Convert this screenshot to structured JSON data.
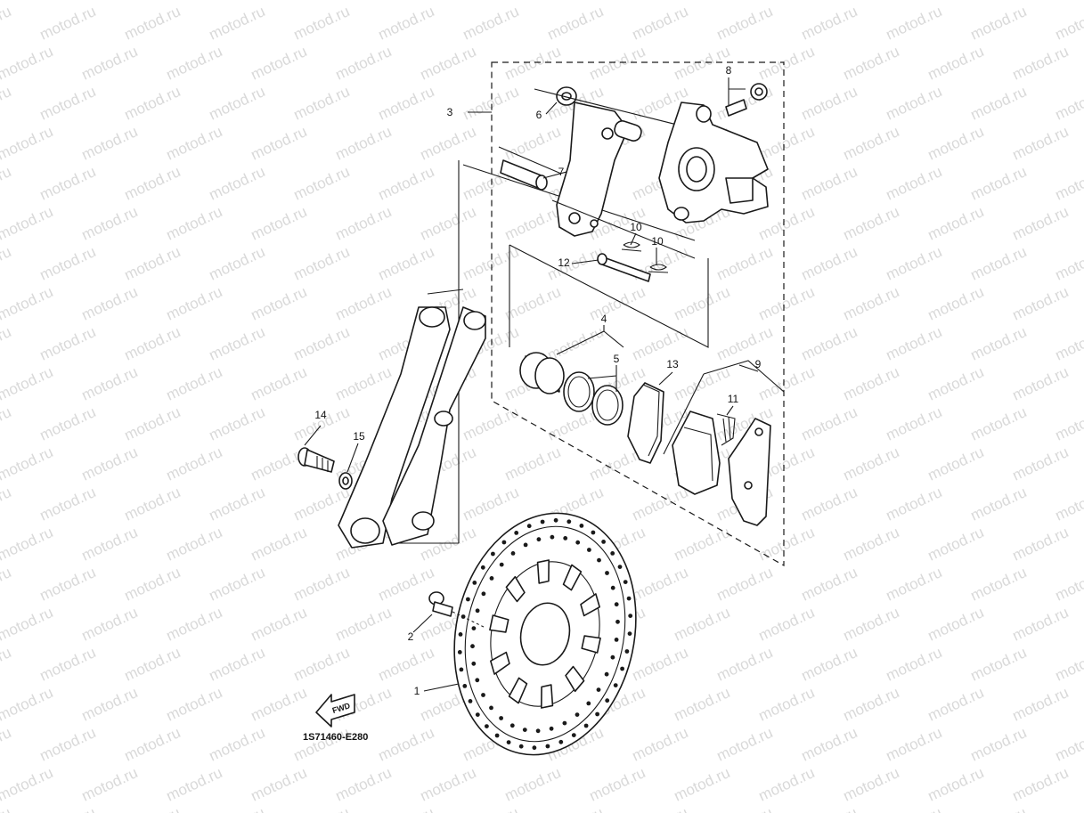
{
  "watermark": "motod.ru",
  "diagram_code": "1S71460-E280",
  "fwd_label": "FWD",
  "callouts": {
    "c1": "1",
    "c2": "2",
    "c3": "3",
    "c4": "4",
    "c5": "5",
    "c6": "6",
    "c7": "7",
    "c8": "8",
    "c9": "9",
    "c10a": "10",
    "c10b": "10",
    "c11": "11",
    "c12": "12",
    "c13": "13",
    "c14": "14",
    "c15": "15"
  }
}
